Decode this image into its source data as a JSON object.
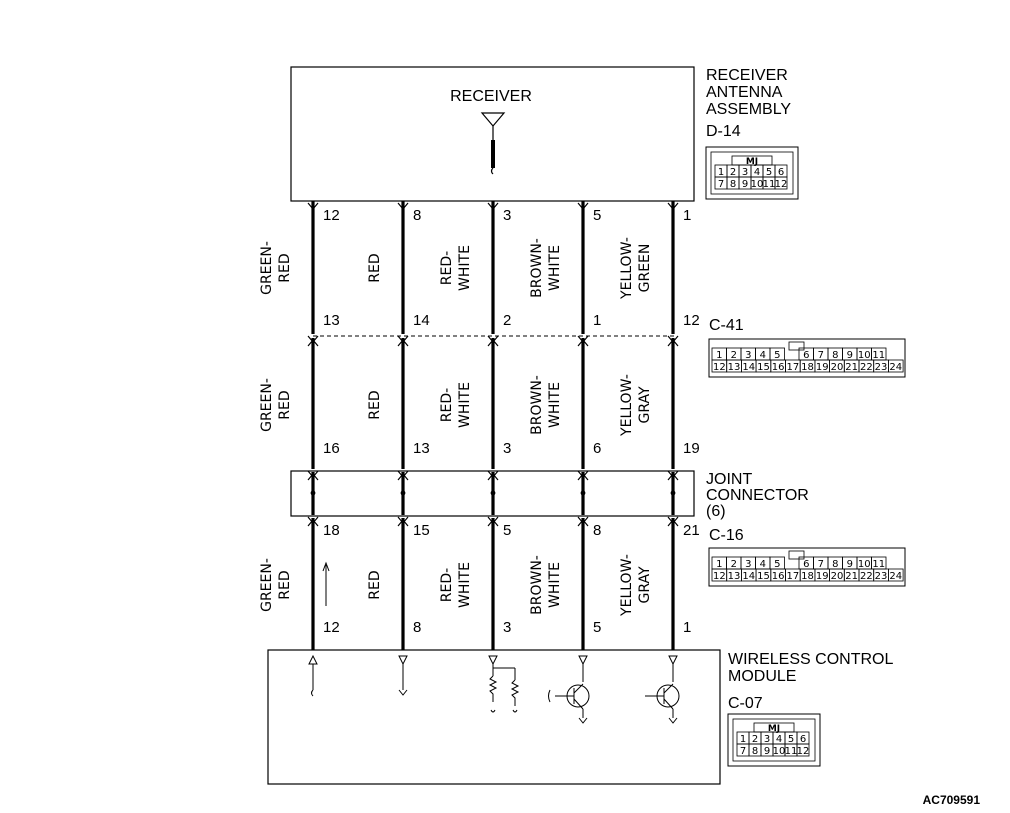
{
  "receiver": {
    "title": "RECEIVER"
  },
  "d14": {
    "label_lines": [
      "RECEIVER",
      "ANTENNA",
      "ASSEMBLY"
    ],
    "id": "D-14",
    "mj": "MJ",
    "rows": [
      [
        "1",
        "2",
        "3",
        "4",
        "5",
        "6"
      ],
      [
        "7",
        "8",
        "9",
        "10",
        "11",
        "12"
      ]
    ]
  },
  "c41": {
    "id": "C-41",
    "rows": [
      [
        "1",
        "2",
        "3",
        "4",
        "5",
        "",
        "6",
        "7",
        "8",
        "9",
        "10",
        "11"
      ],
      [
        "12",
        "13",
        "14",
        "15",
        "16",
        "17",
        "18",
        "19",
        "20",
        "21",
        "22",
        "23",
        "24"
      ]
    ]
  },
  "joint": {
    "label_lines": [
      "JOINT",
      "CONNECTOR",
      "(6)"
    ]
  },
  "c16": {
    "id": "C-16",
    "rows": [
      [
        "1",
        "2",
        "3",
        "4",
        "5",
        "",
        "6",
        "7",
        "8",
        "9",
        "10",
        "11"
      ],
      [
        "12",
        "13",
        "14",
        "15",
        "16",
        "17",
        "18",
        "19",
        "20",
        "21",
        "22",
        "23",
        "24"
      ]
    ]
  },
  "wcm": {
    "label_lines": [
      "WIRELESS CONTROL",
      "MODULE"
    ],
    "id": "C-07",
    "mj": "MJ",
    "rows": [
      [
        "1",
        "2",
        "3",
        "4",
        "5",
        "6"
      ],
      [
        "7",
        "8",
        "9",
        "10",
        "11",
        "12"
      ]
    ]
  },
  "wires": [
    {
      "pins": [
        "12",
        "13",
        "16",
        "18",
        "12"
      ],
      "colors": [
        [
          "GREEN-",
          "RED"
        ],
        [
          "GREEN-",
          "RED"
        ],
        [
          "GREEN-",
          "RED"
        ]
      ]
    },
    {
      "pins": [
        "8",
        "14",
        "13",
        "15",
        "8"
      ],
      "colors": [
        [
          "RED"
        ],
        [
          "RED"
        ],
        [
          "RED"
        ]
      ]
    },
    {
      "pins": [
        "3",
        "2",
        "3",
        "5",
        "3"
      ],
      "colors": [
        [
          "RED-",
          "WHITE"
        ],
        [
          "RED-",
          "WHITE"
        ],
        [
          "RED-",
          "WHITE"
        ]
      ]
    },
    {
      "pins": [
        "5",
        "1",
        "6",
        "8",
        "5"
      ],
      "colors": [
        [
          "BROWN-",
          "WHITE"
        ],
        [
          "BROWN-",
          "WHITE"
        ],
        [
          "BROWN-",
          "WHITE"
        ]
      ]
    },
    {
      "pins": [
        "1",
        "12",
        "19",
        "21",
        "1"
      ],
      "colors": [
        [
          "YELLOW-",
          "GREEN"
        ],
        [
          "YELLOW-",
          "GRAY"
        ],
        [
          "YELLOW-",
          "GRAY"
        ]
      ]
    }
  ],
  "figure_id": "AC709591"
}
